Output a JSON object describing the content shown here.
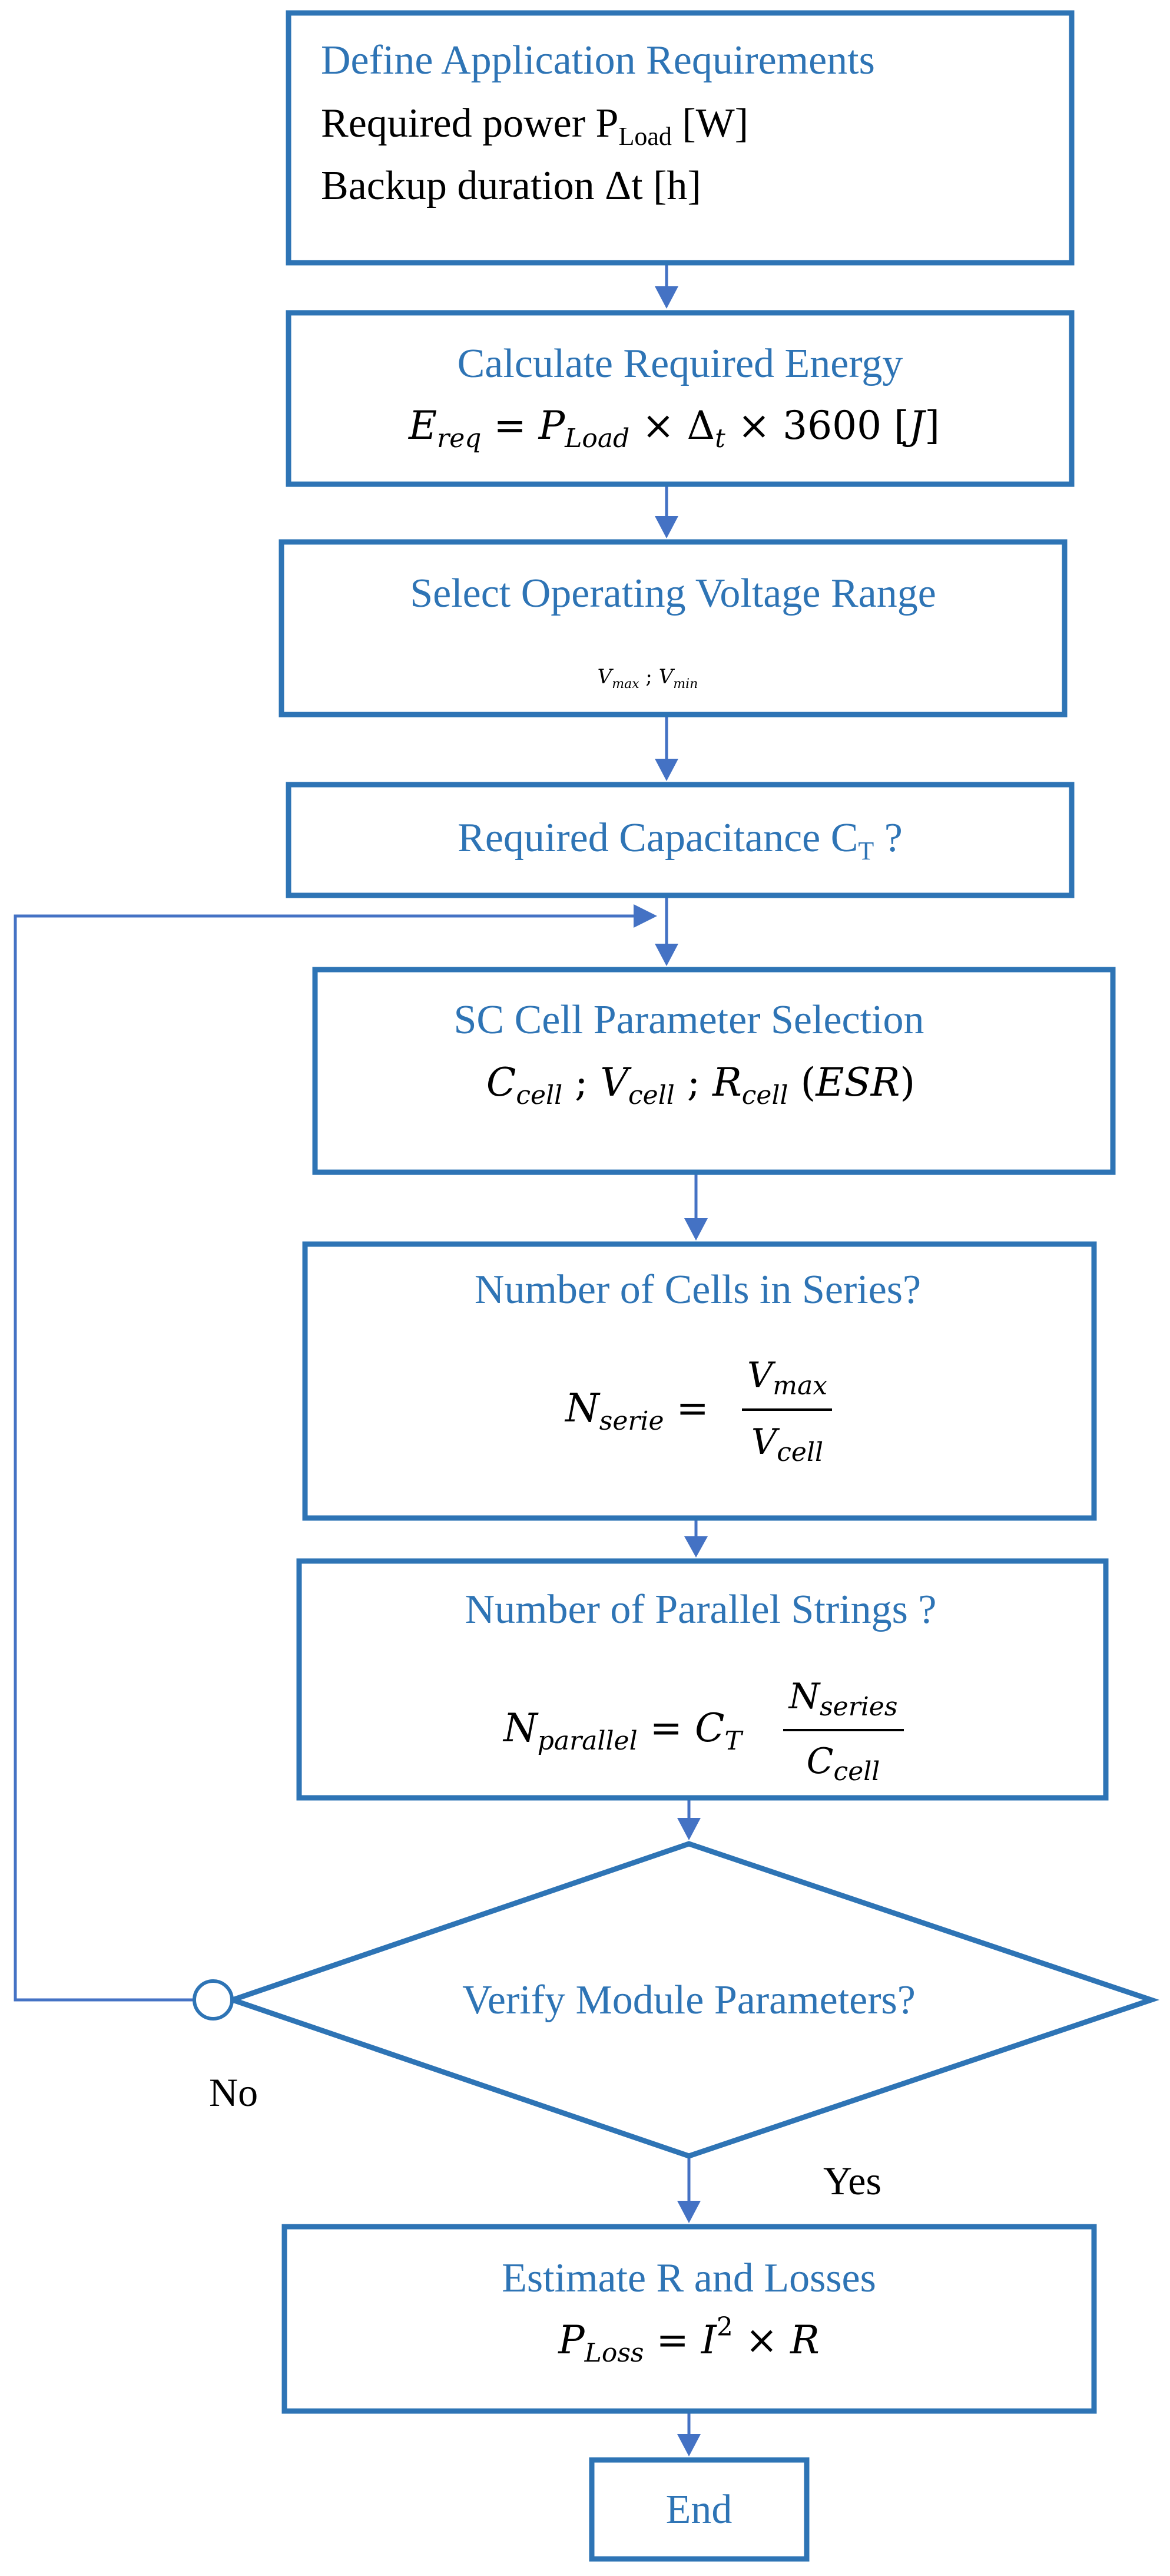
{
  "colors": {
    "box_stroke": "#2e74b5",
    "connector": "#4472c4",
    "title_text": "#2e74b5",
    "body_text": "#000000"
  },
  "nodes": {
    "define": {
      "title": "Define Application Requirements",
      "line1_text": "Required power P",
      "line1_sub": "Load",
      "line1_unit": " [W]",
      "line2": "Backup duration Δt [h]"
    },
    "energy": {
      "title": "Calculate Required Energy",
      "E": "E",
      "E_sub": "req",
      "eq": " = ",
      "P": "P",
      "P_sub": "Load",
      "times1": " × Δ",
      "t_sub": "t",
      "rest": " × 3600  [",
      "J": "J",
      "close": "]"
    },
    "voltage": {
      "title": "Select Operating Voltage Range",
      "V1": "V",
      "V1_sub": "max",
      "sep": " ; ",
      "V2": "V",
      "V2_sub": "min"
    },
    "capacitance": {
      "title_text": "Required Capacitance C",
      "title_sub": "T",
      "title_end": " ?"
    },
    "cell": {
      "title": "SC Cell Parameter Selection",
      "C": "C",
      "C_sub": "cell",
      "sep1": " ; ",
      "V": "V",
      "V_sub": "cell",
      "sep2": " ; ",
      "R": "R",
      "R_sub": "cell",
      "open": " (",
      "ESR": "ESR",
      "close": ")"
    },
    "series": {
      "title": "Number of Cells in Series?",
      "N": "N",
      "N_sub": "serie",
      "eq": " = ",
      "num": "V",
      "num_sub": "max",
      "den": "V",
      "den_sub": "cell"
    },
    "parallel": {
      "title": "Number of Parallel Strings ?",
      "N": "N",
      "N_sub": "parallel",
      "eq": " = ",
      "C": "C",
      "C_sub": "T",
      "num": "N",
      "num_sub": "series",
      "den": "C",
      "den_sub": "cell"
    },
    "verify": {
      "title": "Verify Module Parameters?"
    },
    "losses": {
      "title": "Estimate R and Losses",
      "P": "P",
      "P_sub": "Loss",
      "eq": " = ",
      "I": "I",
      "sup": "2",
      "rest": " × ",
      "R": "R"
    },
    "end": {
      "title": "End"
    }
  },
  "edge_labels": {
    "no": "No",
    "yes": "Yes"
  }
}
